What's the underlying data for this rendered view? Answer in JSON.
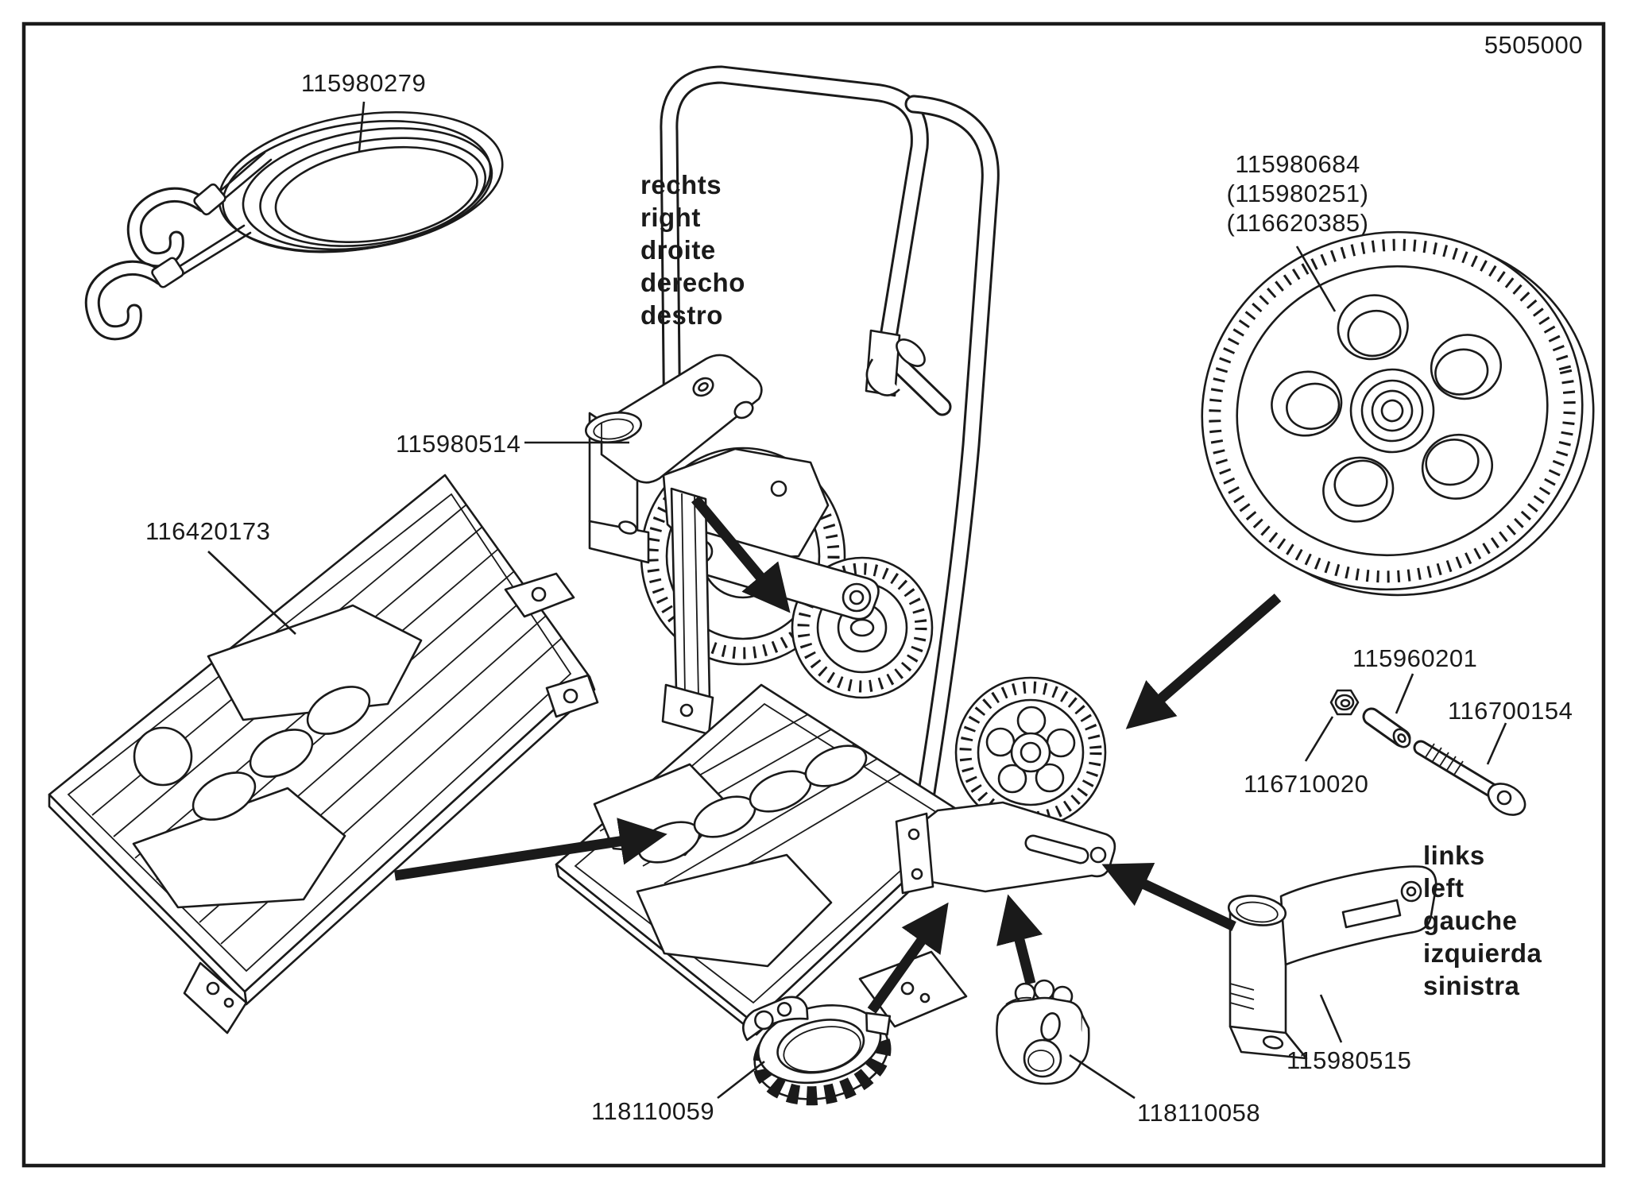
{
  "header": {
    "diagram_number": "5505000"
  },
  "parts": {
    "bungee_cord": {
      "number": "115980279"
    },
    "bracket_right": {
      "number": "115980514",
      "words": [
        "rechts",
        "right",
        "droite",
        "derecho",
        "destro"
      ]
    },
    "platform": {
      "number": "116420173"
    },
    "wheel": {
      "number": "115980684",
      "alt1": "(115980251)",
      "alt2": "(116620385)"
    },
    "spacer_sleeve": {
      "number": "115960201"
    },
    "axle_bolt": {
      "number": "116700154"
    },
    "lock_nut": {
      "number": "116710020"
    },
    "bracket_left": {
      "number": "115980515",
      "words": [
        "links",
        "left",
        "gauche",
        "izquierda",
        "sinistra"
      ]
    },
    "hub_cap": {
      "number": "118110059"
    },
    "lock_plate": {
      "number": "118110058"
    }
  },
  "colors": {
    "line": "#1a1a1a",
    "background": "#ffffff"
  }
}
